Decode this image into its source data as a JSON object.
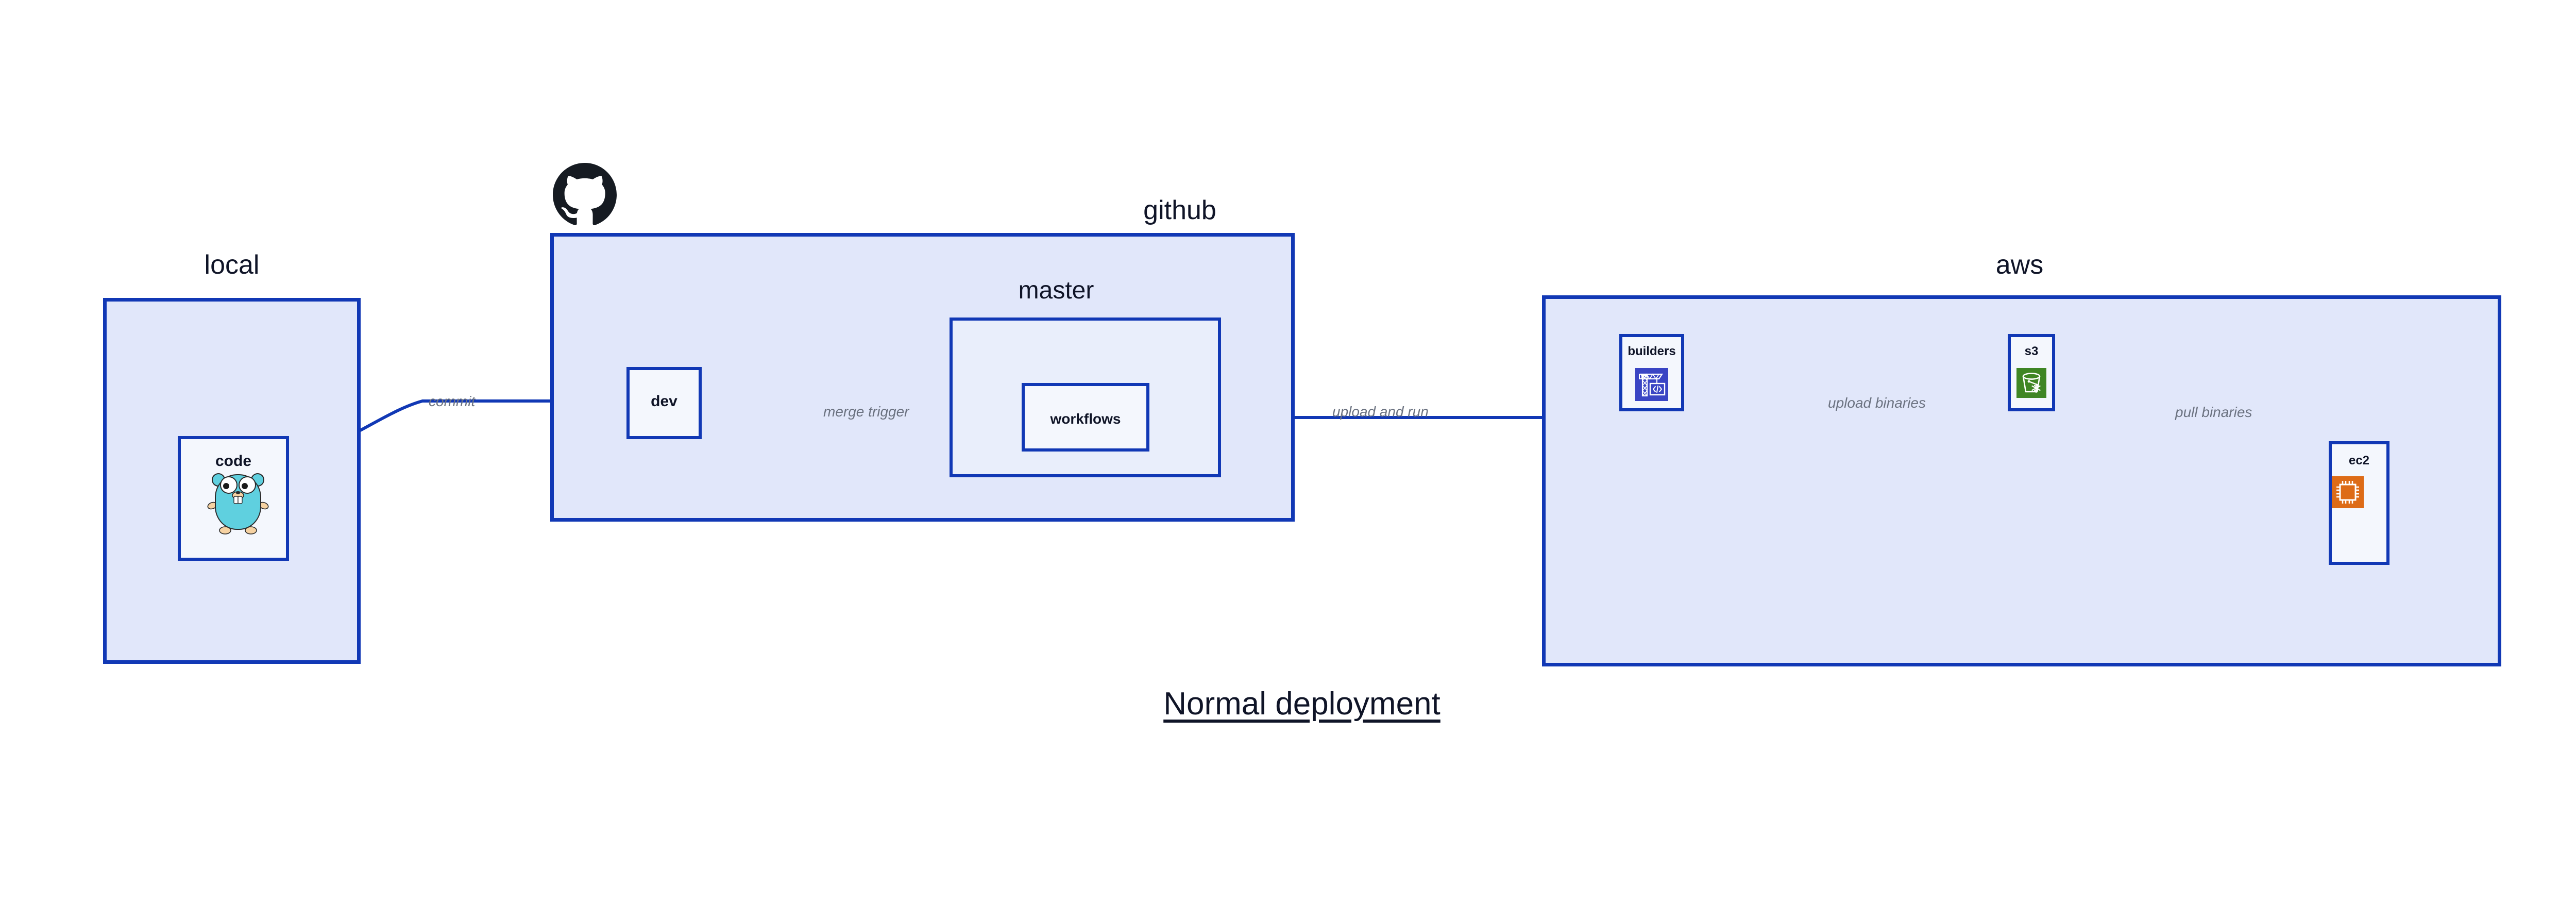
{
  "caption": "Normal deployment",
  "accent": {
    "stroke": "#1138B5",
    "group_fill": "#E1E7FA",
    "subgroup_fill": "#E9EEFB",
    "node_fill": "#F4F7FD",
    "label_text": "#0F1427",
    "edge_label_text": "#6B7280"
  },
  "groups": [
    {
      "id": "local",
      "title": "local"
    },
    {
      "id": "github",
      "title": "github"
    },
    {
      "id": "master",
      "title": "master"
    },
    {
      "id": "aws",
      "title": "aws"
    }
  ],
  "nodes": [
    {
      "id": "code",
      "label": "code",
      "icon": "go-gopher-icon"
    },
    {
      "id": "dev",
      "label": "dev",
      "icon": null
    },
    {
      "id": "workflows",
      "label": "workflows",
      "icon": null
    },
    {
      "id": "builders",
      "label": "builders",
      "icon": "crane-code-icon",
      "icon_bg": "#3A45C4"
    },
    {
      "id": "s3",
      "label": "s3",
      "icon": "s3-bucket-icon",
      "icon_bg": "#3F8624"
    },
    {
      "id": "ec2",
      "label": "ec2",
      "icon": "cpu-chip-icon",
      "icon_bg": "#DD6B17"
    }
  ],
  "edges": [
    {
      "id": "code-to-dev",
      "label": "commit",
      "from": "code",
      "to": "dev"
    },
    {
      "id": "dev-to-workflows",
      "label": "merge trigger",
      "from": "dev",
      "to": "workflows"
    },
    {
      "id": "workflows-to-builders",
      "label": "upload and run",
      "from": "workflows",
      "to": "builders"
    },
    {
      "id": "builders-to-s3",
      "label": "upload binaries",
      "from": "builders",
      "to": "s3"
    },
    {
      "id": "s3-to-ec2",
      "label": "pull binaries",
      "from": "s3",
      "to": "ec2"
    }
  ],
  "logos": [
    {
      "id": "github-mark",
      "name": "github-octocat-icon"
    }
  ]
}
